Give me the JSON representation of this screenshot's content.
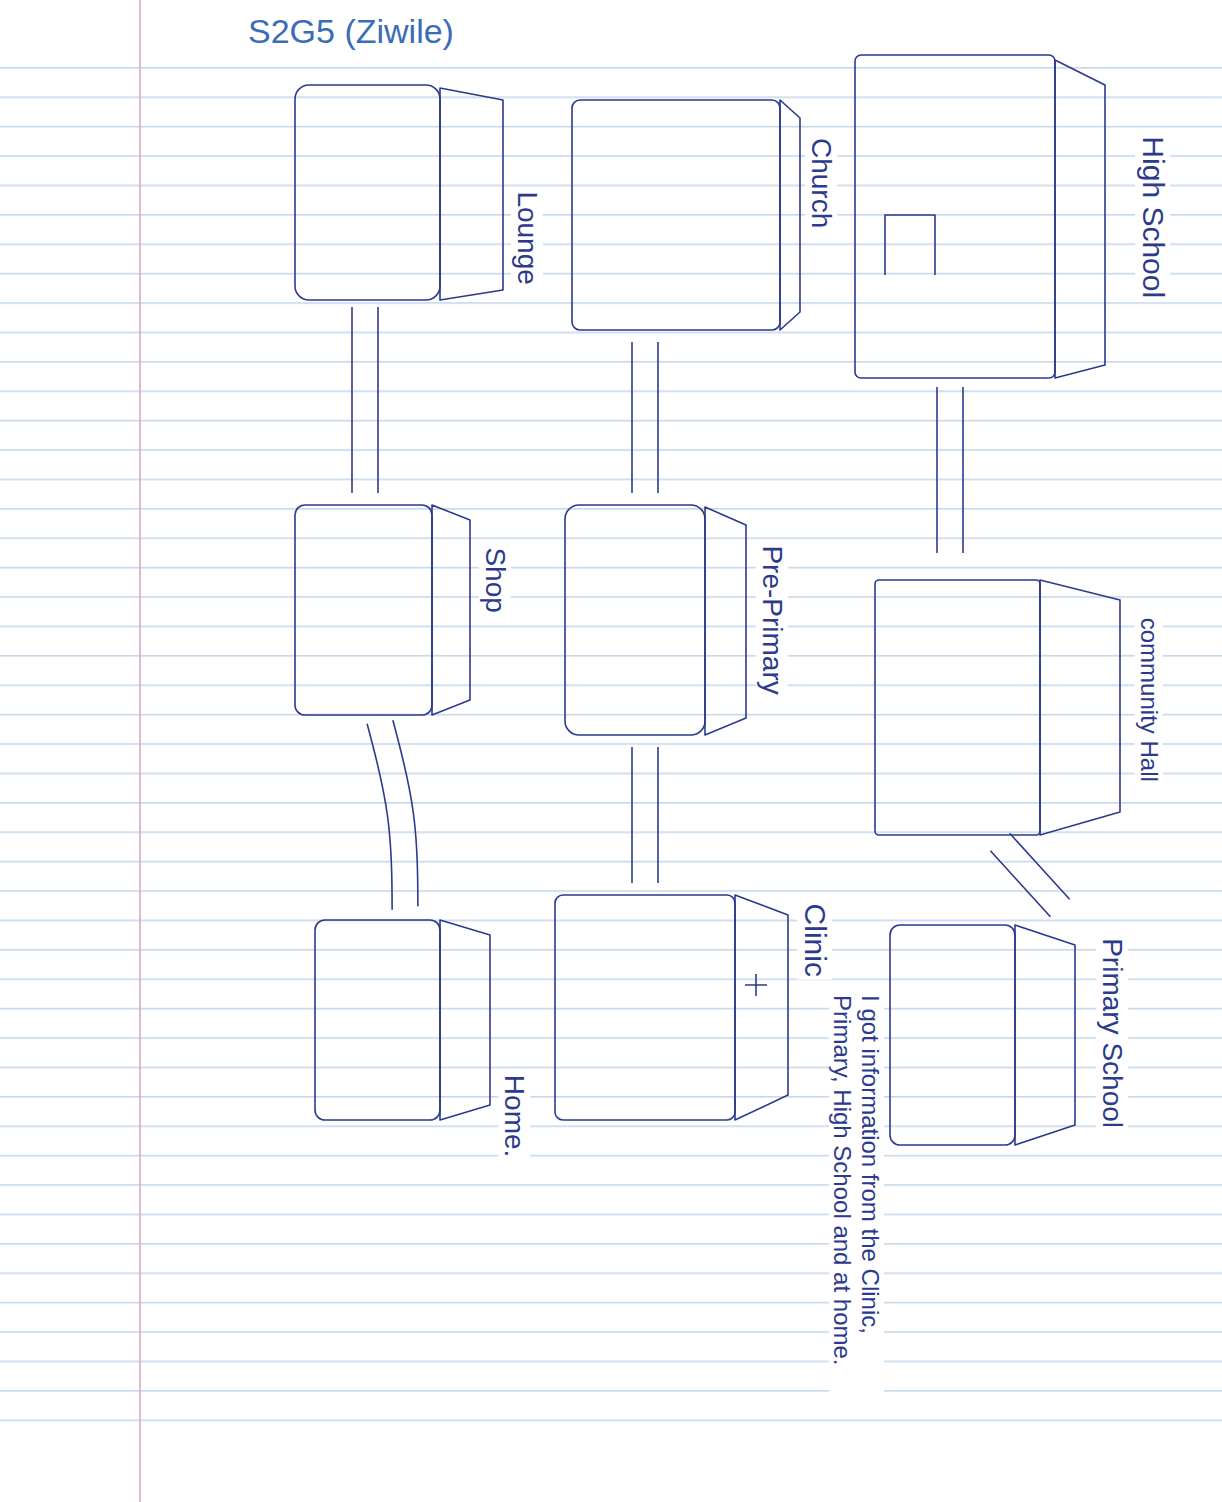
{
  "diagram": {
    "title": "S2G5 (Ziwile)",
    "nodes": [
      {
        "text": [
          "High School"
        ]
      },
      {
        "text": [
          "community Hall"
        ]
      },
      {
        "text": [
          "Primary School"
        ]
      },
      {
        "text": [
          "Church"
        ]
      },
      {
        "text": [
          "Pre-Primary"
        ]
      },
      {
        "text": [
          "Clinic"
        ]
      },
      {
        "text": [
          "Lounge"
        ]
      },
      {
        "text": [
          "Shop"
        ]
      },
      {
        "text": [
          "Home."
        ]
      }
    ],
    "edges": [
      {
        "from": 0,
        "to": 1,
        "arrow": "none"
      },
      {
        "from": 1,
        "to": 2,
        "arrow": "none"
      },
      {
        "from": 3,
        "to": 4,
        "arrow": "none"
      },
      {
        "from": 4,
        "to": 5,
        "arrow": "none"
      },
      {
        "from": 6,
        "to": 7,
        "arrow": "none"
      },
      {
        "from": 7,
        "to": 8,
        "arrow": "none"
      }
    ],
    "labels": [
      "I got information from the Clinic, Primary, High School and at home."
    ]
  }
}
